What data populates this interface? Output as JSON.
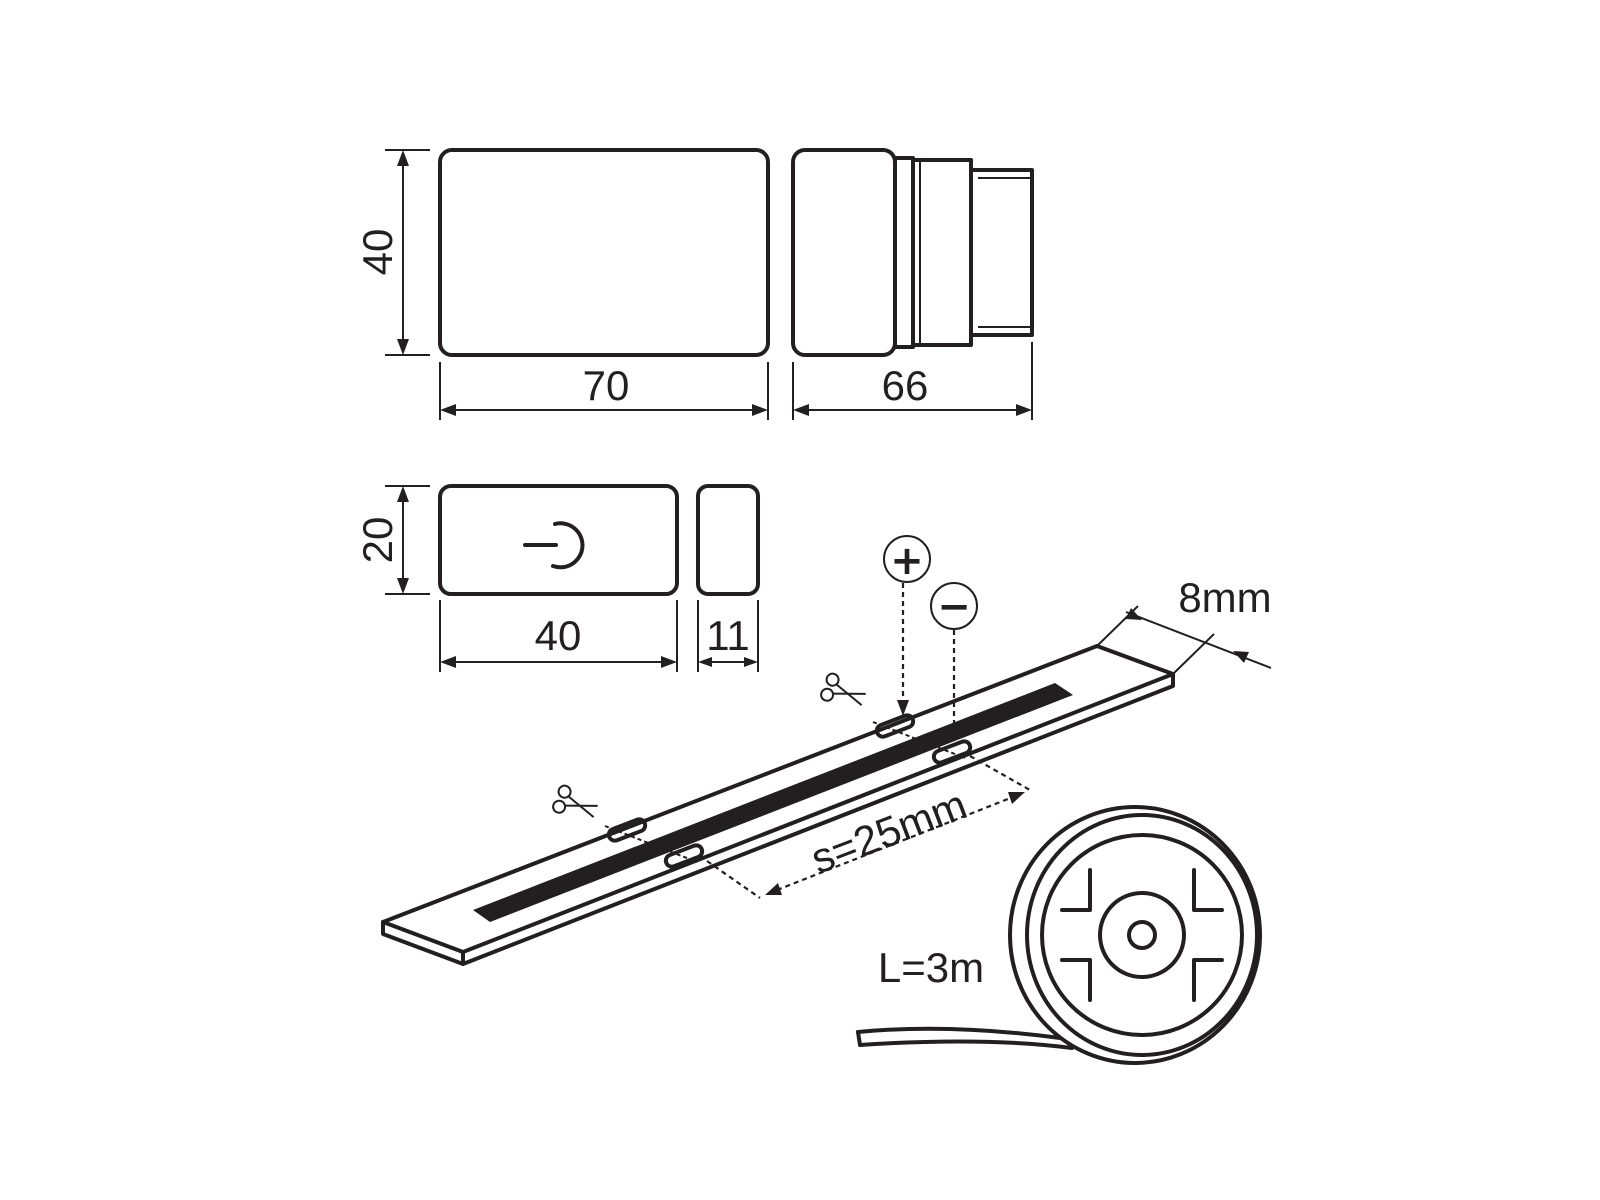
{
  "dimensions": {
    "body_height": "40",
    "body_length": "70",
    "side_length": "66",
    "switch_height": "20",
    "switch_width": "40",
    "switch_depth": "11",
    "strip_width": "8mm",
    "cut_spacing": "s=25mm",
    "reel_length": "L=3m"
  },
  "polarity": {
    "plus": "+",
    "minus": "−"
  },
  "icons": [
    "power-icon",
    "scissors-icon",
    "tape-reel"
  ],
  "colors": {
    "ink": "#231f20",
    "background": "#ffffff"
  }
}
